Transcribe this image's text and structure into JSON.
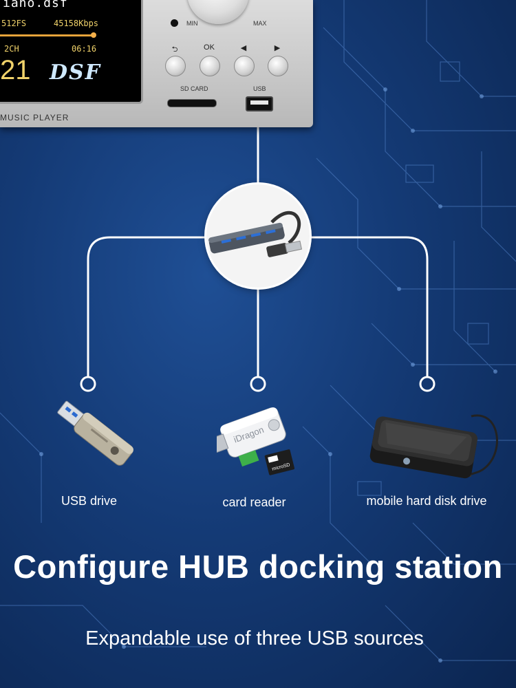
{
  "player": {
    "filename": "iano.dsf",
    "sample_rate": "512FS",
    "bitrate": "45158Kbps",
    "channels": "2CH",
    "time": "06:16",
    "track": "21",
    "format": "DSF",
    "progress": 0.68,
    "model_label": "MUSIC PLAYER",
    "knob_min": "MIN",
    "knob_max": "MAX",
    "buttons": [
      {
        "label": "⮌",
        "icon": "back-icon"
      },
      {
        "label": "OK",
        "icon": "ok"
      },
      {
        "label": "◀",
        "icon": "prev-icon"
      },
      {
        "label": "▶",
        "icon": "next-icon"
      }
    ],
    "sd_label": "SD CARD",
    "usb_label": "USB"
  },
  "sources": [
    {
      "label": "USB drive",
      "icon": "usb-drive-icon"
    },
    {
      "label": "card reader",
      "icon": "card-reader-icon"
    },
    {
      "label": "mobile hard disk drive",
      "icon": "hard-disk-icon"
    }
  ],
  "card_reader_brand": "iDragon",
  "headline": "Configure HUB docking station",
  "subline": "Expandable use of three USB sources",
  "colors": {
    "background": "#143a75",
    "line": "#ffffff",
    "display_text": "#f0d26a",
    "progress": "#e6a33a",
    "panel": "#c9c9c9"
  }
}
